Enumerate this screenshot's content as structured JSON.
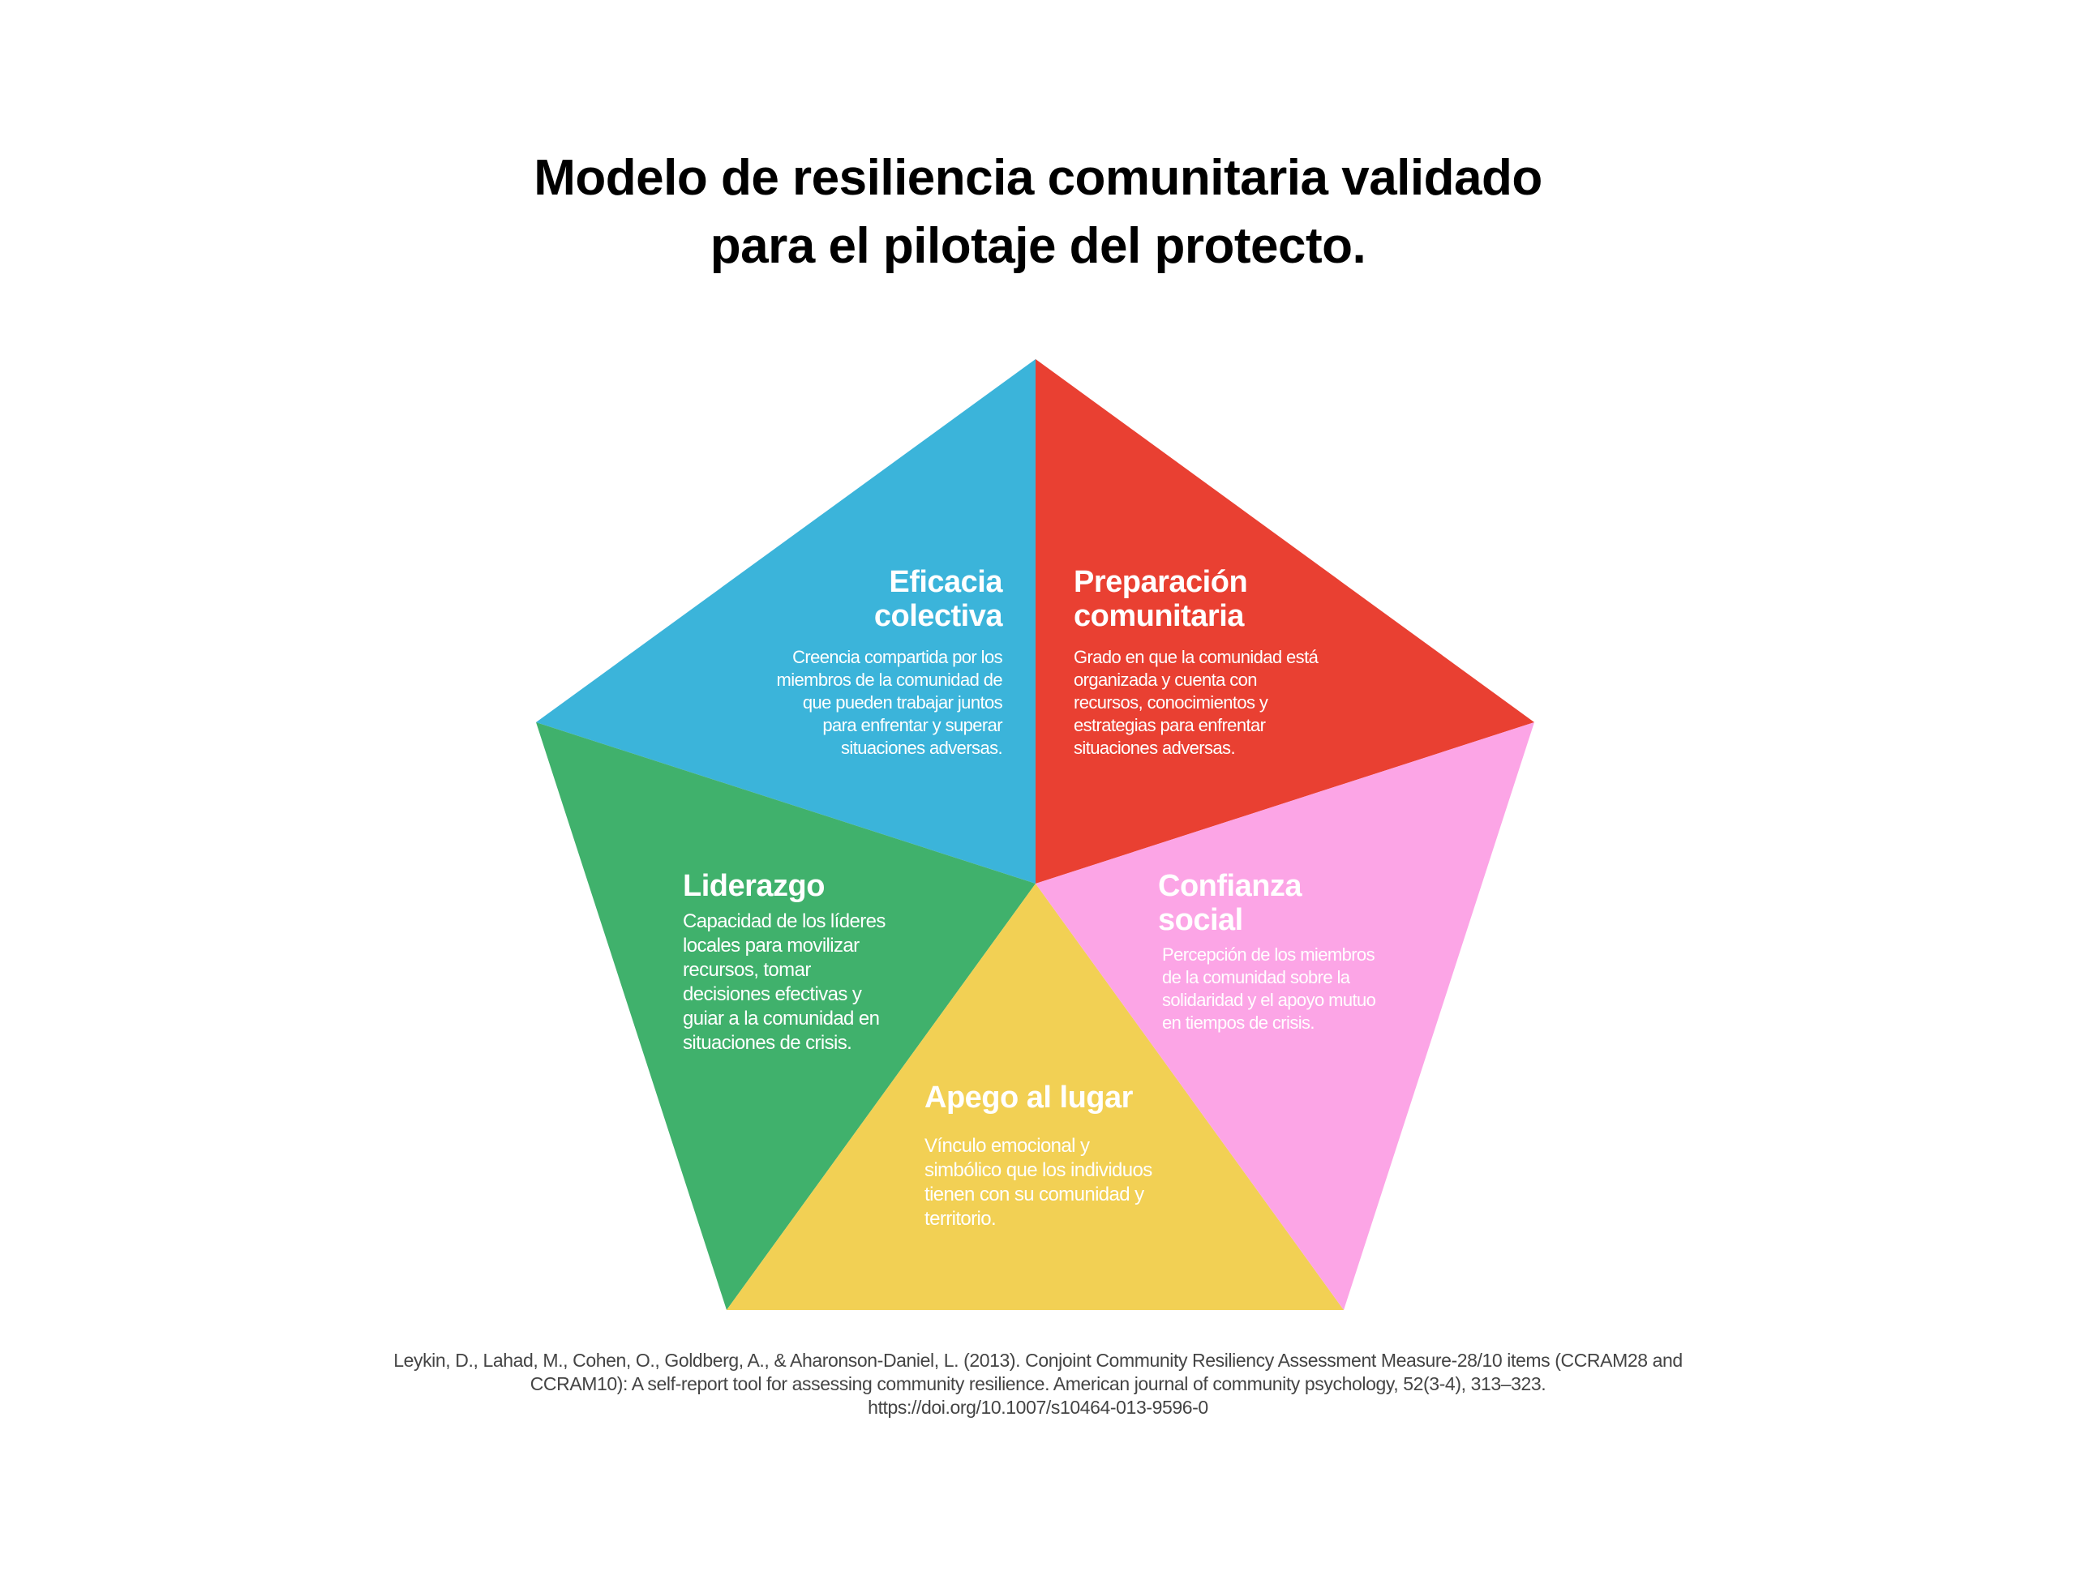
{
  "title": {
    "line1": "Modelo de resiliencia comunitaria validado",
    "line2": "para el pilotaje del protecto."
  },
  "colors": {
    "eficacia": "#3BB4DA",
    "preparacion": "#E94032",
    "liderazgo": "#40B16C",
    "apego": "#F2D054",
    "confianza": "#FCA5E6"
  },
  "segments": {
    "eficacia": {
      "title1": "Eficacia",
      "title2": "colectiva",
      "desc": [
        "Creencia compartida por los",
        "miembros de la comunidad de",
        "que pueden trabajar juntos",
        "para enfrentar y superar",
        "situaciones adversas."
      ]
    },
    "preparacion": {
      "title1": "Preparación",
      "title2": "comunitaria",
      "desc": [
        "Grado en que la comunidad está",
        "organizada y cuenta con",
        "recursos, conocimientos y",
        "estrategias para enfrentar",
        "situaciones adversas."
      ]
    },
    "liderazgo": {
      "title1": "Liderazgo",
      "desc": [
        "Capacidad de los líderes",
        "locales para movilizar",
        "recursos, tomar",
        "decisiones efectivas y",
        "guiar a la comunidad en",
        "situaciones de crisis."
      ]
    },
    "confianza": {
      "title1": "Confianza",
      "title2": "social",
      "desc": [
        "Percepción de los miembros",
        "de la comunidad sobre la",
        "solidaridad y el apoyo mutuo",
        "en tiempos de crisis."
      ]
    },
    "apego": {
      "title1": "Apego al lugar",
      "desc": [
        "Vínculo emocional y",
        "simbólico que los individuos",
        "tienen con su comunidad y",
        "territorio."
      ]
    }
  },
  "citation": {
    "line1": "Leykin, D., Lahad, M., Cohen, O., Goldberg, A., & Aharonson-Daniel, L. (2013). Conjoint Community Resiliency Assessment Measure-28/10 items (CCRAM28 and",
    "line2": "CCRAM10): A self-report tool for assessing community resilience. American journal of community psychology, 52(3-4), 313–323.",
    "line3": "https://doi.org/10.1007/s10464-013-9596-0"
  }
}
